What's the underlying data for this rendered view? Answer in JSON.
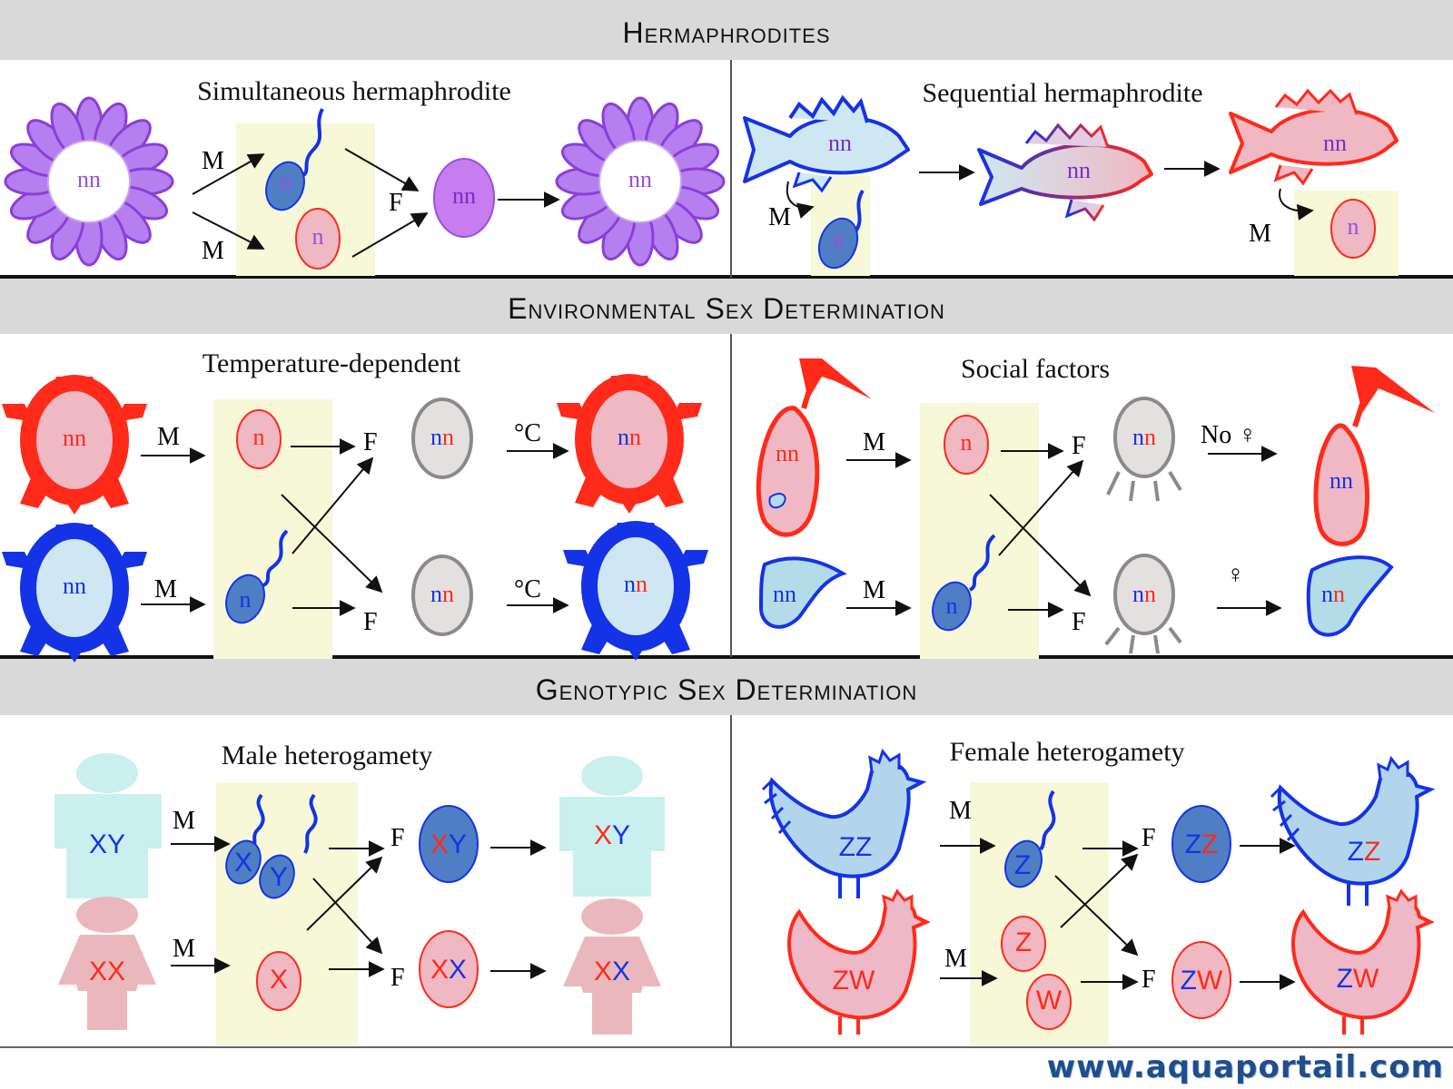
{
  "sections": [
    {
      "title": "Hermaphrodites"
    },
    {
      "title": "Environmental Sex Determination"
    },
    {
      "title": "Genotypic Sex Determination"
    }
  ],
  "panels": {
    "simultaneous": {
      "title": "Simultaneous hermaphrodite",
      "parent": "nn",
      "gamete_a": "n",
      "gamete_b": "n",
      "zygote": "nn",
      "offspring": "nn",
      "m1": "M",
      "m2": "M",
      "f": "F"
    },
    "sequential": {
      "title": "Sequential hermaphrodite",
      "fish1": "nn",
      "fish2": "nn",
      "fish3": "nn",
      "gamete_male": "n",
      "gamete_female": "n",
      "m1": "M",
      "m2": "M"
    },
    "temperature": {
      "title": "Temperature-dependent",
      "parent_top": "nn",
      "parent_bottom": "nn",
      "egg": "n",
      "sperm": "n",
      "zyg_top_a": "n",
      "zyg_top_b": "n",
      "zyg_bot_a": "n",
      "zyg_bot_b": "n",
      "off_top_a": "n",
      "off_top_b": "n",
      "off_bot_a": "n",
      "off_bot_b": "n",
      "m": "M",
      "f": "F",
      "temp": "°C"
    },
    "social": {
      "title": "Social factors",
      "parent_top": "nn",
      "parent_bottom": "nn",
      "egg": "n",
      "sperm": "n",
      "zyg_a": "n",
      "zyg_b": "n",
      "off_top": "nn",
      "off_bot_a": "n",
      "off_bot_b": "n",
      "m": "M",
      "f": "F",
      "no_female": "No ♀",
      "female": "♀"
    },
    "male_het": {
      "title": "Male heterogamety",
      "father": "XY",
      "mother": "XX",
      "g_x": "X",
      "g_y": "Y",
      "g_egg": "X",
      "z1_a": "X",
      "z1_b": "Y",
      "z2_a": "X",
      "z2_b": "X",
      "o1_a": "X",
      "o1_b": "Y",
      "o2_a": "X",
      "o2_b": "X",
      "m": "M",
      "f": "F"
    },
    "female_het": {
      "title": "Female heterogamety",
      "rooster": "ZZ",
      "hen": "ZW",
      "g_sperm": "Z",
      "g_egg_z": "Z",
      "g_egg_w": "W",
      "z1_a": "Z",
      "z1_b": "Z",
      "z2_a": "Z",
      "z2_b": "W",
      "o1_a": "Z",
      "o1_b": "Z",
      "o2_a": "Z",
      "o2_b": "W",
      "m": "M",
      "f": "F"
    }
  },
  "watermark": "www.aquaportail.com",
  "colors": {
    "male": "#1433e6",
    "female": "#ff2a1a",
    "purple": "#9b4de0",
    "highlight": "#f7f8d8"
  }
}
